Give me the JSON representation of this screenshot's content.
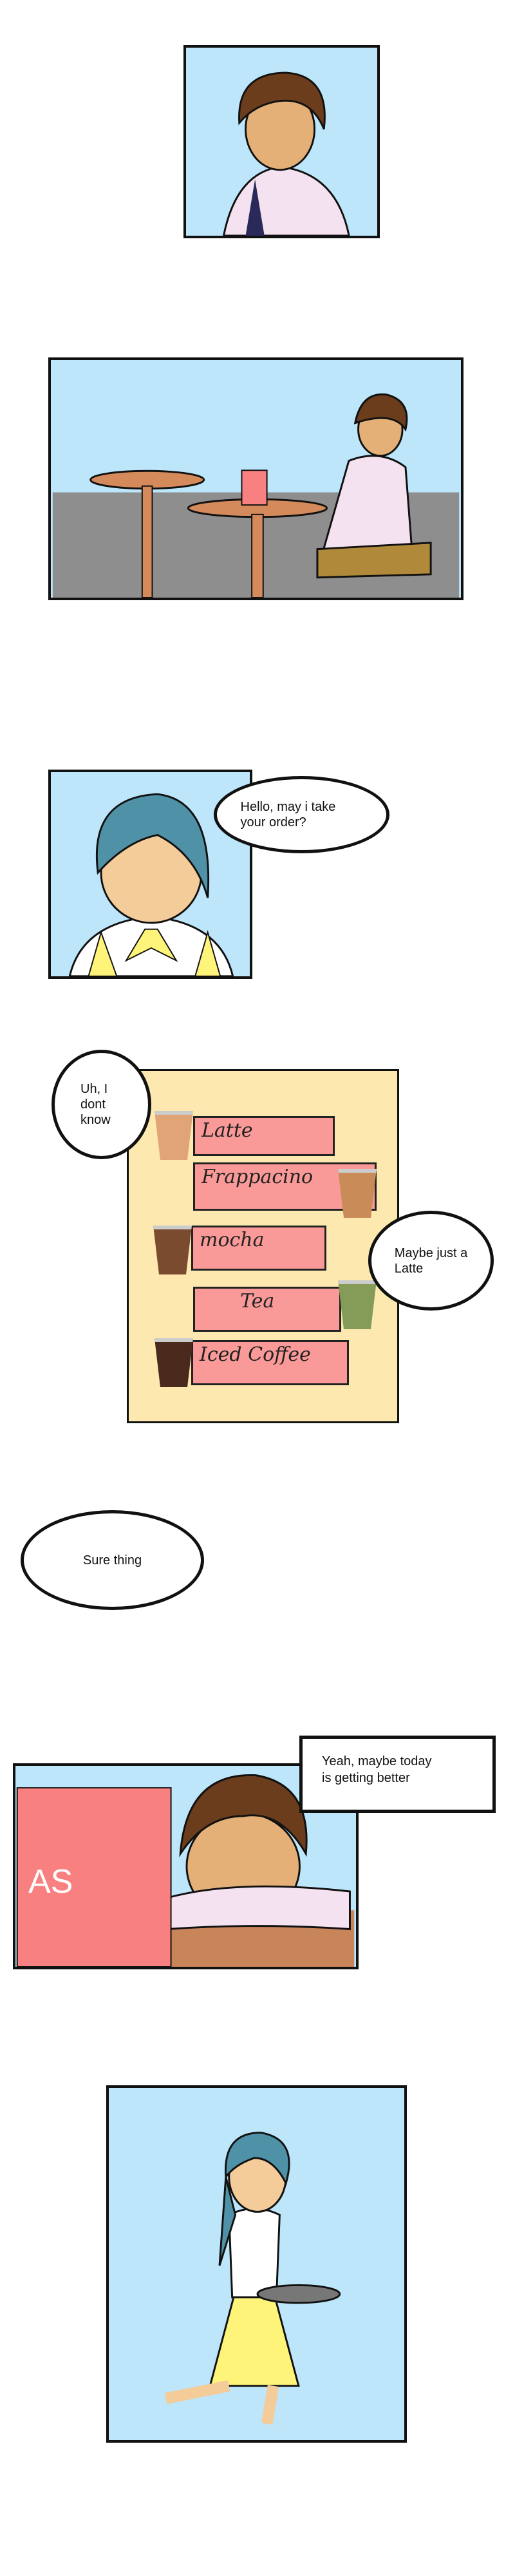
{
  "panels": [
    {
      "id": "panel-1",
      "scene": "boy-portrait"
    },
    {
      "id": "panel-2",
      "scene": "cafe-table"
    },
    {
      "id": "panel-3",
      "speech": "Hello, may i take your order?"
    },
    {
      "id": "panel-4",
      "speech_left": [
        "Uh, I",
        "dont",
        "know"
      ],
      "speech_right": [
        "Maybe just a",
        "Latte"
      ],
      "menu": [
        "Latte",
        "Frappacino",
        "mocha",
        "Tea",
        "Iced Coffee"
      ]
    },
    {
      "id": "panel-5",
      "speech": "Sure thing"
    },
    {
      "id": "panel-6",
      "caption": [
        "Yeah, maybe today",
        "is getting better"
      ],
      "laptop_logo": "AS"
    },
    {
      "id": "panel-7",
      "scene": "waitress-running"
    }
  ],
  "colors": {
    "sky": "#bde6fb",
    "menu_bg": "#fde8b0",
    "menu_row": "#f99a98",
    "laptop": "#f88080",
    "hair_boy": "#6b3d1c",
    "hair_girl": "#4f92a8"
  }
}
